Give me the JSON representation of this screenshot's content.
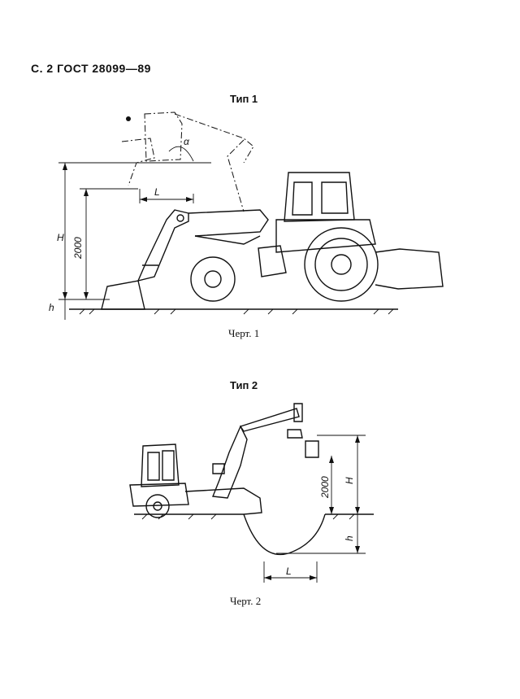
{
  "header": "С. 2 ГОСТ 28099—89",
  "figure1": {
    "type_title": "Тип 1",
    "caption": "Черт. 1",
    "labels": {
      "H": "H",
      "h": "h",
      "height": "2000",
      "L": "L",
      "alpha": "α"
    }
  },
  "figure2": {
    "type_title": "Тип 2",
    "caption": "Черт. 2",
    "labels": {
      "H": "H",
      "h": "h",
      "height": "2000",
      "L": "L"
    }
  }
}
